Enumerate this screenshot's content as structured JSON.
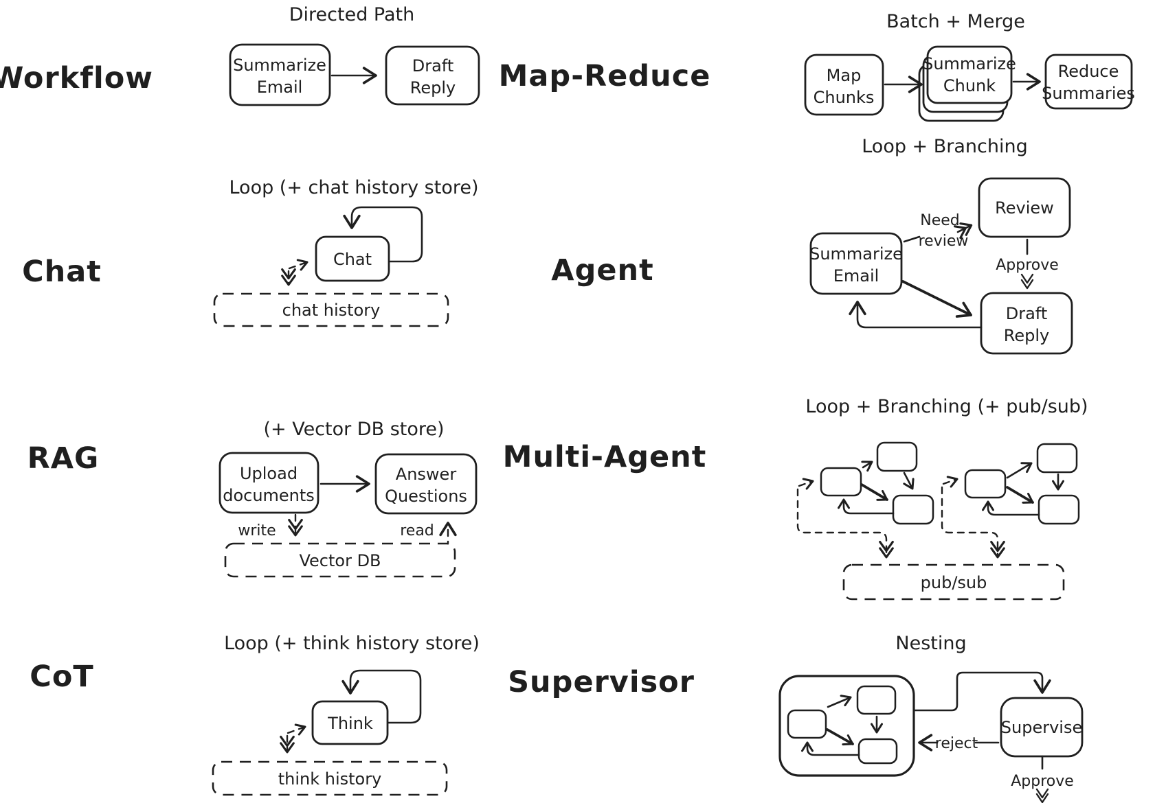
{
  "canvas": {
    "background": "#ffffff",
    "ink": "#1f1f1f"
  },
  "sections": {
    "workflow": {
      "label": "Workflow",
      "title": "Directed Path",
      "node1_line1": "Summarize",
      "node1_line2": "Email",
      "node2_line1": "Draft",
      "node2_line2": "Reply"
    },
    "map_reduce": {
      "label": "Map-Reduce",
      "title": "Batch + Merge",
      "node1_line1": "Map",
      "node1_line2": "Chunks",
      "node2_line1": "Summarize",
      "node2_line2": "Chunk",
      "node3_line1": "Reduce",
      "node3_line2": "Summaries"
    },
    "chat": {
      "label": "Chat",
      "title": "Loop (+ chat history store)",
      "node": "Chat",
      "store": "chat history"
    },
    "agent": {
      "label": "Agent",
      "title": "Loop + Branching",
      "node1_line1": "Summarize",
      "node1_line2": "Email",
      "node2": "Review",
      "node3_line1": "Draft",
      "node3_line2": "Reply",
      "edge_need_line1": "Need",
      "edge_need_line2": "review",
      "edge_approve": "Approve"
    },
    "rag": {
      "label": "RAG",
      "title": "(+ Vector DB store)",
      "node1_line1": "Upload",
      "node1_line2": "documents",
      "node2_line1": "Answer",
      "node2_line2": "Questions",
      "edge_write": "write",
      "edge_read": "read",
      "store": "Vector DB"
    },
    "multi_agent": {
      "label": "Multi-Agent",
      "title": "Loop + Branching (+ pub/sub)",
      "store": "pub/sub"
    },
    "cot": {
      "label": "CoT",
      "title": "Loop (+ think history store)",
      "node": "Think",
      "store": "think history"
    },
    "supervisor": {
      "label": "Supervisor",
      "title": "Nesting",
      "node": "Supervise",
      "edge_reject": "reject",
      "edge_approve": "Approve"
    }
  }
}
